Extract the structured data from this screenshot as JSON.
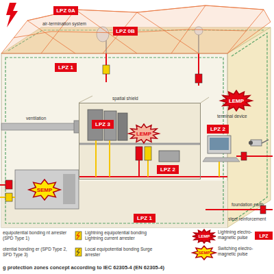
{
  "diagram": {
    "caption": "g protection zones concept according to IEC 62305-4 (EN 62305-4)",
    "nodes": [
      {
        "text": [
          "LPZ 0A"
        ]
      },
      {
        "text": [
          "LPZ 0B"
        ]
      },
      {
        "text": [
          "LPZ 1"
        ]
      },
      {
        "text": [
          "spatial shield"
        ]
      },
      {
        "text": [
          "LEMP"
        ]
      },
      {
        "text": [
          "LPZ 3"
        ],
        "in": 3
      },
      {
        "text": [
          "LPZ 2"
        ]
      },
      {
        "text": [
          "LEMP"
        ],
        "in": 3
      },
      {
        "text": [
          "LPZ 2"
        ],
        "in": 3
      },
      {
        "text": [
          "SEMP"
        ]
      },
      {
        "text": [
          "LPZ 1"
        ]
      },
      {
        "text": [
          "LEMP"
        ]
      },
      {
        "text": [
          "SEMP"
        ]
      },
      {
        "text": [
          "LPZ"
        ]
      }
    ],
    "labels": [
      "air-termination system",
      "ventilation",
      "terminal device",
      "foundation earth",
      "steel reinforcement"
    ],
    "legend": [
      {
        "text": "equipotential bonding nt arrester (SPD Type 1)"
      },
      {
        "text": "otential bonding er (SPD Type 2, SPD Type 3)"
      },
      {
        "text": "Lightning equipotential bonding Lightning current arrester"
      },
      {
        "text": "Local equipotential bonding Surge arrester"
      },
      {
        "text": "Lightning electro-magnetic pulse"
      },
      {
        "text": "Switching electro-magnetic pulse"
      }
    ]
  }
}
